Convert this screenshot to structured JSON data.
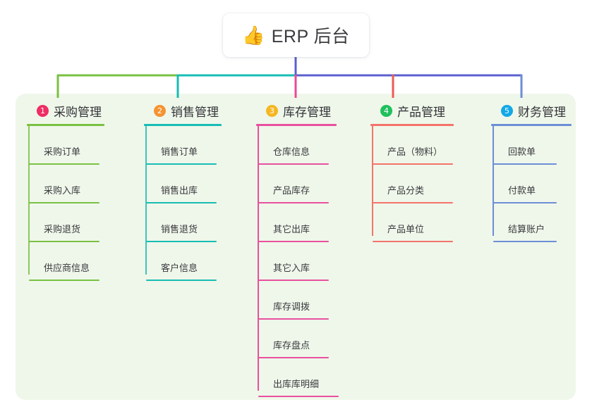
{
  "root": {
    "icon": "thumbs-up-icon",
    "icon_glyph": "👍",
    "title": "ERP 后台"
  },
  "theme": {
    "page_bg": "#ffffff",
    "panel_bg": "#eff7ea",
    "root_card_bg": "#ffffff",
    "text": "#333338",
    "bus_left": "#7ac143",
    "bus_mid": "#0fb9ae",
    "bus_right": "#5b5fd0"
  },
  "chart_data": {
    "type": "tree",
    "title": "ERP 后台",
    "root": "ERP 后台",
    "branch_count": 5,
    "branches": [
      {
        "index": "1",
        "label": "采购管理",
        "children": [
          "采购订单",
          "采购入库",
          "采购退货",
          "供应商信息"
        ]
      },
      {
        "index": "2",
        "label": "销售管理",
        "children": [
          "销售订单",
          "销售出库",
          "销售退货",
          "客户信息"
        ]
      },
      {
        "index": "3",
        "label": "库存管理",
        "children": [
          "仓库信息",
          "产品库存",
          "其它出库",
          "其它入库",
          "库存调拨",
          "库存盘点",
          "出库库明细"
        ]
      },
      {
        "index": "4",
        "label": "产品管理",
        "children": [
          "产品（物料）",
          "产品分类",
          "产品单位"
        ]
      },
      {
        "index": "5",
        "label": "财务管理",
        "children": [
          "回款单",
          "付款单",
          "结算账户"
        ]
      }
    ]
  },
  "columns": [
    {
      "index": "1",
      "title": "采购管理",
      "badge_color": "#ef2e63",
      "line_color": "#7ac143",
      "stub_color": "#7ac143",
      "items": [
        {
          "label": "采购订单"
        },
        {
          "label": "采购入库"
        },
        {
          "label": "采购退货"
        },
        {
          "label": "供应商信息"
        }
      ]
    },
    {
      "index": "2",
      "title": "销售管理",
      "badge_color": "#f59331",
      "line_color": "#17bdb4",
      "stub_color": "#17bdb4",
      "items": [
        {
          "label": "销售订单"
        },
        {
          "label": "销售出库"
        },
        {
          "label": "销售退货"
        },
        {
          "label": "客户信息"
        }
      ]
    },
    {
      "index": "3",
      "title": "库存管理",
      "badge_color": "#f5b722",
      "line_color": "#e8509f",
      "stub_color": "#ec4899",
      "items": [
        {
          "label": "仓库信息"
        },
        {
          "label": "产品库存"
        },
        {
          "label": "其它出库"
        },
        {
          "label": "其它入库"
        },
        {
          "label": "库存调拨"
        },
        {
          "label": "库存盘点"
        },
        {
          "label": "出库库明细"
        }
      ]
    },
    {
      "index": "4",
      "title": "产品管理",
      "badge_color": "#20c05c",
      "line_color": "#f4736b",
      "stub_color": "#f05a52",
      "items": [
        {
          "label": "产品（物料）"
        },
        {
          "label": "产品分类"
        },
        {
          "label": "产品单位"
        }
      ]
    },
    {
      "index": "5",
      "title": "财务管理",
      "badge_color": "#13a8e8",
      "line_color": "#6d8ed6",
      "stub_color": "#6d8ed6",
      "items": [
        {
          "label": "回款单"
        },
        {
          "label": "付款单"
        },
        {
          "label": "结算账户"
        }
      ]
    }
  ]
}
